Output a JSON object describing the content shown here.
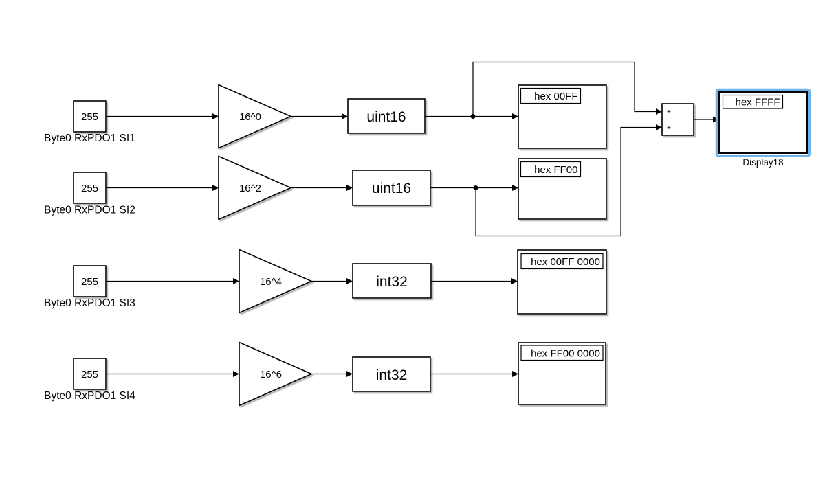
{
  "colors": {
    "background": "#ffffff",
    "line": "#000000",
    "selection_outline": "#6fb3e8",
    "selection_label": "#1c9ce3"
  },
  "rows": [
    {
      "constant": "255",
      "label": "Byte0 RxPDO1 SI1",
      "gain": "16^0",
      "convert": "uint16",
      "display": "hex 00FF"
    },
    {
      "constant": "255",
      "label": "Byte0 RxPDO1 SI2",
      "gain": "16^2",
      "convert": "uint16",
      "display": "hex FF00"
    },
    {
      "constant": "255",
      "label": "Byte0 RxPDO1 SI3",
      "gain": "16^4",
      "convert": "int32",
      "display": "hex 00FF 0000"
    },
    {
      "constant": "255",
      "label": "Byte0 RxPDO1 SI4",
      "gain": "16^6",
      "convert": "int32",
      "display": "hex FF00 0000"
    }
  ],
  "sum": {
    "plus_top": "+",
    "plus_bottom": "+"
  },
  "selected_display": {
    "value": "hex FFFF",
    "label": "Display18"
  }
}
